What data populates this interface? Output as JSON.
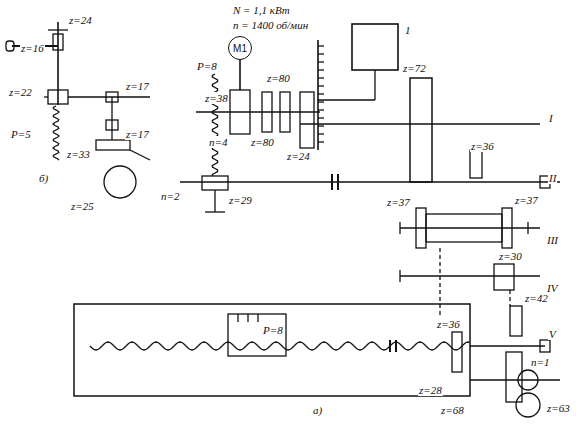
{
  "diagram": {
    "nodes": [
      {
        "text": [
          "M1"
        ]
      }
    ],
    "labels": [
      "N = 1,1 кВт",
      "n = 1400 об/мин",
      "z=24",
      "z=16",
      "z=22",
      "P=5",
      "z=33",
      "z=25",
      "z=17",
      "z=17",
      "б)",
      "P=8",
      "n=2",
      "z=29",
      "z=38",
      "n=4",
      "z=80",
      "z=80",
      "z=24",
      "1",
      "z=72",
      "I",
      "z=36",
      "II",
      "z=37",
      "III",
      "z=37",
      "z=30",
      "IV",
      "P=8",
      "z=36",
      "z=42",
      "V",
      "z=28",
      "z=68",
      "n=1",
      "z=63",
      "a)"
    ]
  }
}
